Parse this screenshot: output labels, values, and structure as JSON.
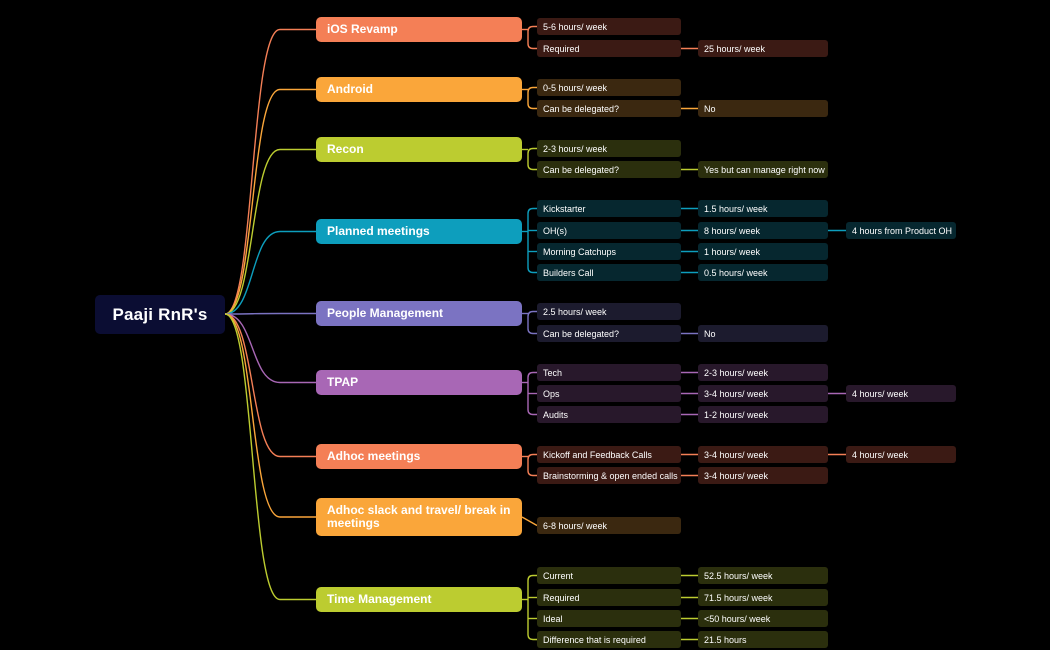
{
  "root": {
    "label": "Paaji RnR's",
    "color": "#0b0d33"
  },
  "branches": [
    {
      "label": "iOS Revamp",
      "color": "#f47f56",
      "line": "#f47f56",
      "leafBg": "#3b1a14",
      "children": [
        {
          "label": "5-6 hours/ week"
        },
        {
          "label": "Required",
          "value": "25 hours/ week"
        }
      ]
    },
    {
      "label": "Android",
      "color": "#faa63a",
      "line": "#faa63a",
      "leafBg": "#3b2810",
      "children": [
        {
          "label": "0-5 hours/ week"
        },
        {
          "label": "Can be delegated?",
          "value": "No"
        }
      ]
    },
    {
      "label": "Recon",
      "color": "#bccc30",
      "line": "#bccc30",
      "leafBg": "#2b2f0d",
      "children": [
        {
          "label": "2-3 hours/ week"
        },
        {
          "label": "Can be delegated?",
          "value": "Yes but can manage right now"
        }
      ]
    },
    {
      "label": "Planned meetings",
      "color": "#0d9ebd",
      "line": "#0d9ebd",
      "leafBg": "#06272f",
      "children": [
        {
          "label": "Kickstarter",
          "value": "1.5 hours/ week"
        },
        {
          "label": "OH(s)",
          "value": "8 hours/ week",
          "extra": "4 hours from Product OH"
        },
        {
          "label": "Morning Catchups",
          "value": "1 hours/ week"
        },
        {
          "label": "Builders Call",
          "value": "0.5 hours/ week"
        }
      ]
    },
    {
      "label": "People Management",
      "color": "#7b73c2",
      "line": "#7b73c2",
      "leafBg": "#1c1b2e",
      "children": [
        {
          "label": "2.5 hours/ week"
        },
        {
          "label": "Can be delegated?",
          "value": "No"
        }
      ]
    },
    {
      "label": "TPAP",
      "color": "#a867b5",
      "line": "#a867b5",
      "leafBg": "#28182b",
      "children": [
        {
          "label": "Tech",
          "value": "2-3 hours/ week"
        },
        {
          "label": "Ops",
          "value": "3-4 hours/ week",
          "extra": "4 hours/ week"
        },
        {
          "label": "Audits",
          "value": "1-2 hours/ week"
        }
      ]
    },
    {
      "label": "Adhoc meetings",
      "color": "#f47f56",
      "line": "#f47f56",
      "leafBg": "#3b1a14",
      "children": [
        {
          "label": "Kickoff and Feedback Calls",
          "value": "3-4 hours/ week",
          "extra": "4 hours/ week"
        },
        {
          "label": "Brainstorming & open ended calls",
          "value": "3-4 hours/ week"
        }
      ]
    },
    {
      "label": "Adhoc slack and travel/ break in meetings",
      "color": "#faa63a",
      "line": "#faa63a",
      "leafBg": "#3b2810",
      "children": [
        {
          "label": "6-8 hours/ week"
        }
      ]
    },
    {
      "label": "Time Management",
      "color": "#bccc30",
      "line": "#bccc30",
      "leafBg": "#2b2f0d",
      "children": [
        {
          "label": "Current",
          "value": "52.5 hours/ week"
        },
        {
          "label": "Required",
          "value": "71.5 hours/ week"
        },
        {
          "label": "Ideal",
          "value": "<50 hours/ week"
        },
        {
          "label": "Difference that is required",
          "value": "21.5 hours"
        }
      ]
    }
  ]
}
